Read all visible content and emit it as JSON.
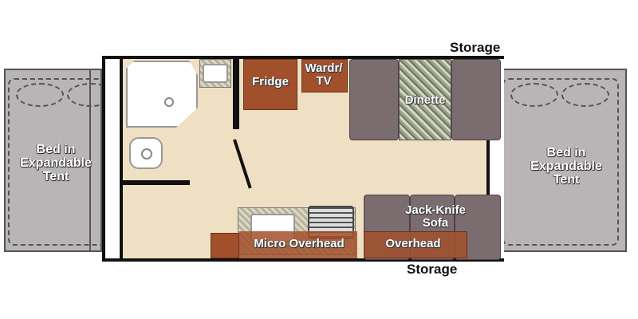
{
  "floorplan": {
    "labels": {
      "storage_top": "Storage",
      "storage_bottom": "Storage",
      "bed_left": [
        "Bed in",
        "Expandable",
        "Tent"
      ],
      "bed_right": [
        "Bed in",
        "Expandable",
        "Tent"
      ],
      "fridge": "Fridge",
      "wardrobe": [
        "Wardr/",
        "TV"
      ],
      "dinette": "Dinette",
      "sofa": [
        "Jack-Knife",
        "Sofa"
      ],
      "micro_overhead": "Micro Overhead",
      "overhead": "Overhead"
    },
    "colors": {
      "floor": "#efe0c4",
      "tent": "#b9b5b7",
      "cabinet": "#a2502c",
      "seat": "#7b6c70",
      "wall": "#111111"
    }
  }
}
